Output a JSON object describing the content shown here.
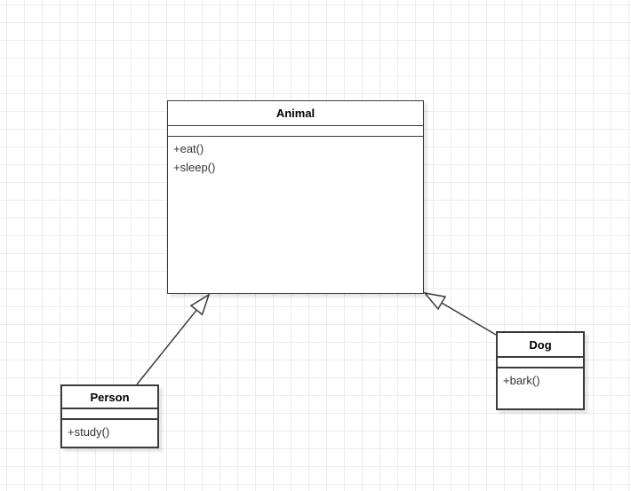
{
  "diagram": {
    "type": "uml-class-diagram",
    "classes": [
      {
        "name": "Animal",
        "attributes": [],
        "methods": [
          "+eat()",
          "+sleep()"
        ]
      },
      {
        "name": "Person",
        "attributes": [],
        "methods": [
          "+study()"
        ]
      },
      {
        "name": "Dog",
        "attributes": [],
        "methods": [
          "+bark()"
        ]
      }
    ],
    "relations": [
      {
        "from": "Person",
        "to": "Animal",
        "type": "inheritance"
      },
      {
        "from": "Dog",
        "to": "Animal",
        "type": "inheritance"
      }
    ],
    "colors": {
      "background": "#ffffff",
      "grid_line": "#ececec",
      "shape_border": "#3b3b3b",
      "shape_fill": "#ffffff",
      "title_text": "#000000",
      "method_text": "#333333"
    }
  }
}
